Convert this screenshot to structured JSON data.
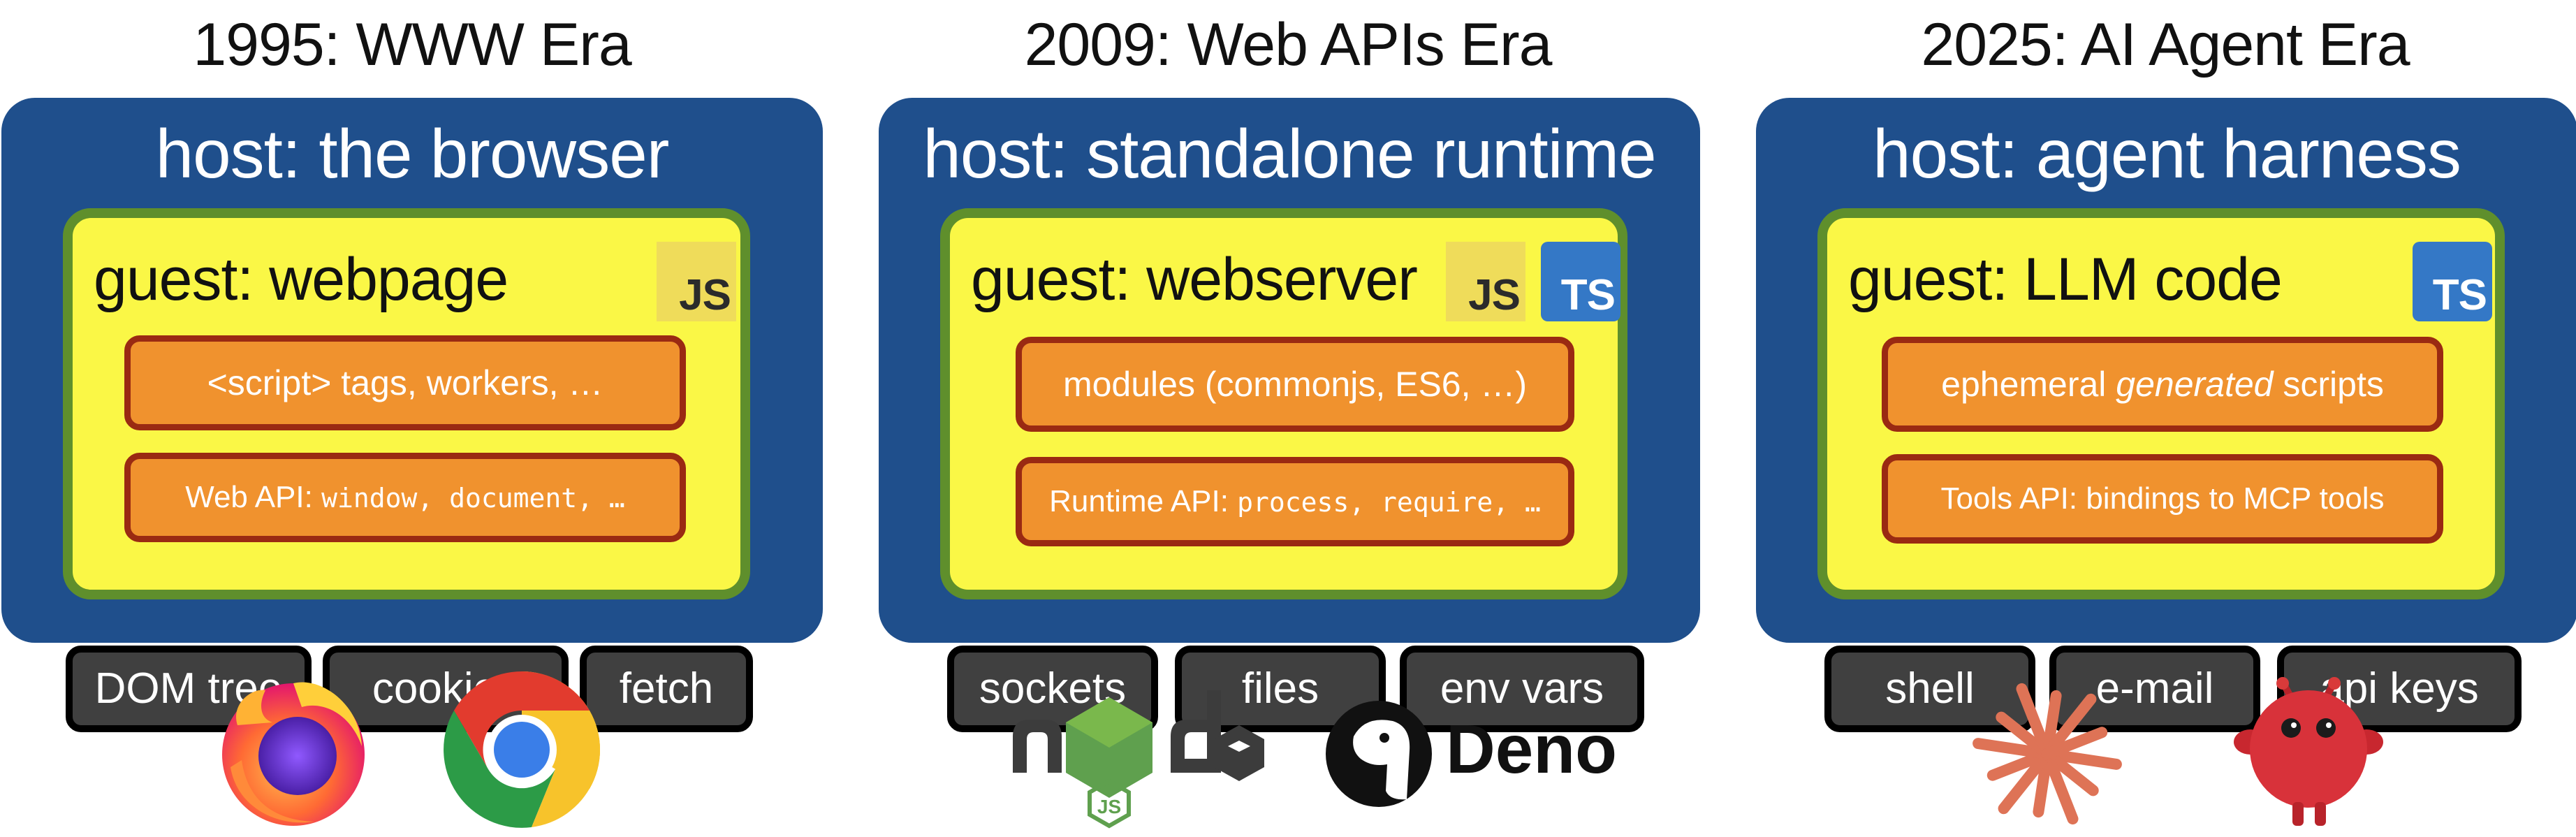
{
  "eras": [
    {
      "title": "1995: WWW Era",
      "host": "host: the browser",
      "guest": "guest: webpage",
      "badges": [
        "JS"
      ],
      "scripts_box": "<script> tags, workers, …",
      "api_box": {
        "prefix": "Web API:",
        "code": "window, document, …"
      },
      "resources": [
        "DOM tree",
        "cookies",
        "fetch"
      ],
      "logos": [
        "firefox-logo",
        "chrome-logo"
      ]
    },
    {
      "title": "2009: Web APIs Era",
      "host": "host: standalone runtime",
      "guest": "guest: webserver",
      "badges": [
        "JS",
        "TS"
      ],
      "scripts_box": "modules (commonjs, ES6, …)",
      "api_box": {
        "prefix": "Runtime API:",
        "code": "process, require, …"
      },
      "resources": [
        "sockets",
        "files",
        "env vars"
      ],
      "logos": [
        "nodejs-logo",
        "deno-logo"
      ],
      "logo_text": {
        "node": "node",
        "deno": "Deno"
      }
    },
    {
      "title": "2025: AI Agent Era",
      "host": "host: agent harness",
      "guest": "guest: LLM code",
      "badges": [
        "TS"
      ],
      "scripts_box": {
        "before": "ephemeral ",
        "emph": "generated",
        "after": " scripts"
      },
      "api_box": {
        "text": "Tools API: bindings to MCP tools"
      },
      "resources": [
        "shell",
        "e-mail",
        "api keys"
      ],
      "logos": [
        "claude-starburst-logo",
        "red-robot-logo"
      ]
    }
  ],
  "colors": {
    "host": "#1f4f8c",
    "guest_fill": "#faf746",
    "guest_border": "#5f8f2c",
    "orange_box": "#f0922e",
    "orange_border": "#9a2a12",
    "resource_box": "#404040",
    "js_badge": "#efdc5a",
    "ts_badge": "#3478c6"
  }
}
